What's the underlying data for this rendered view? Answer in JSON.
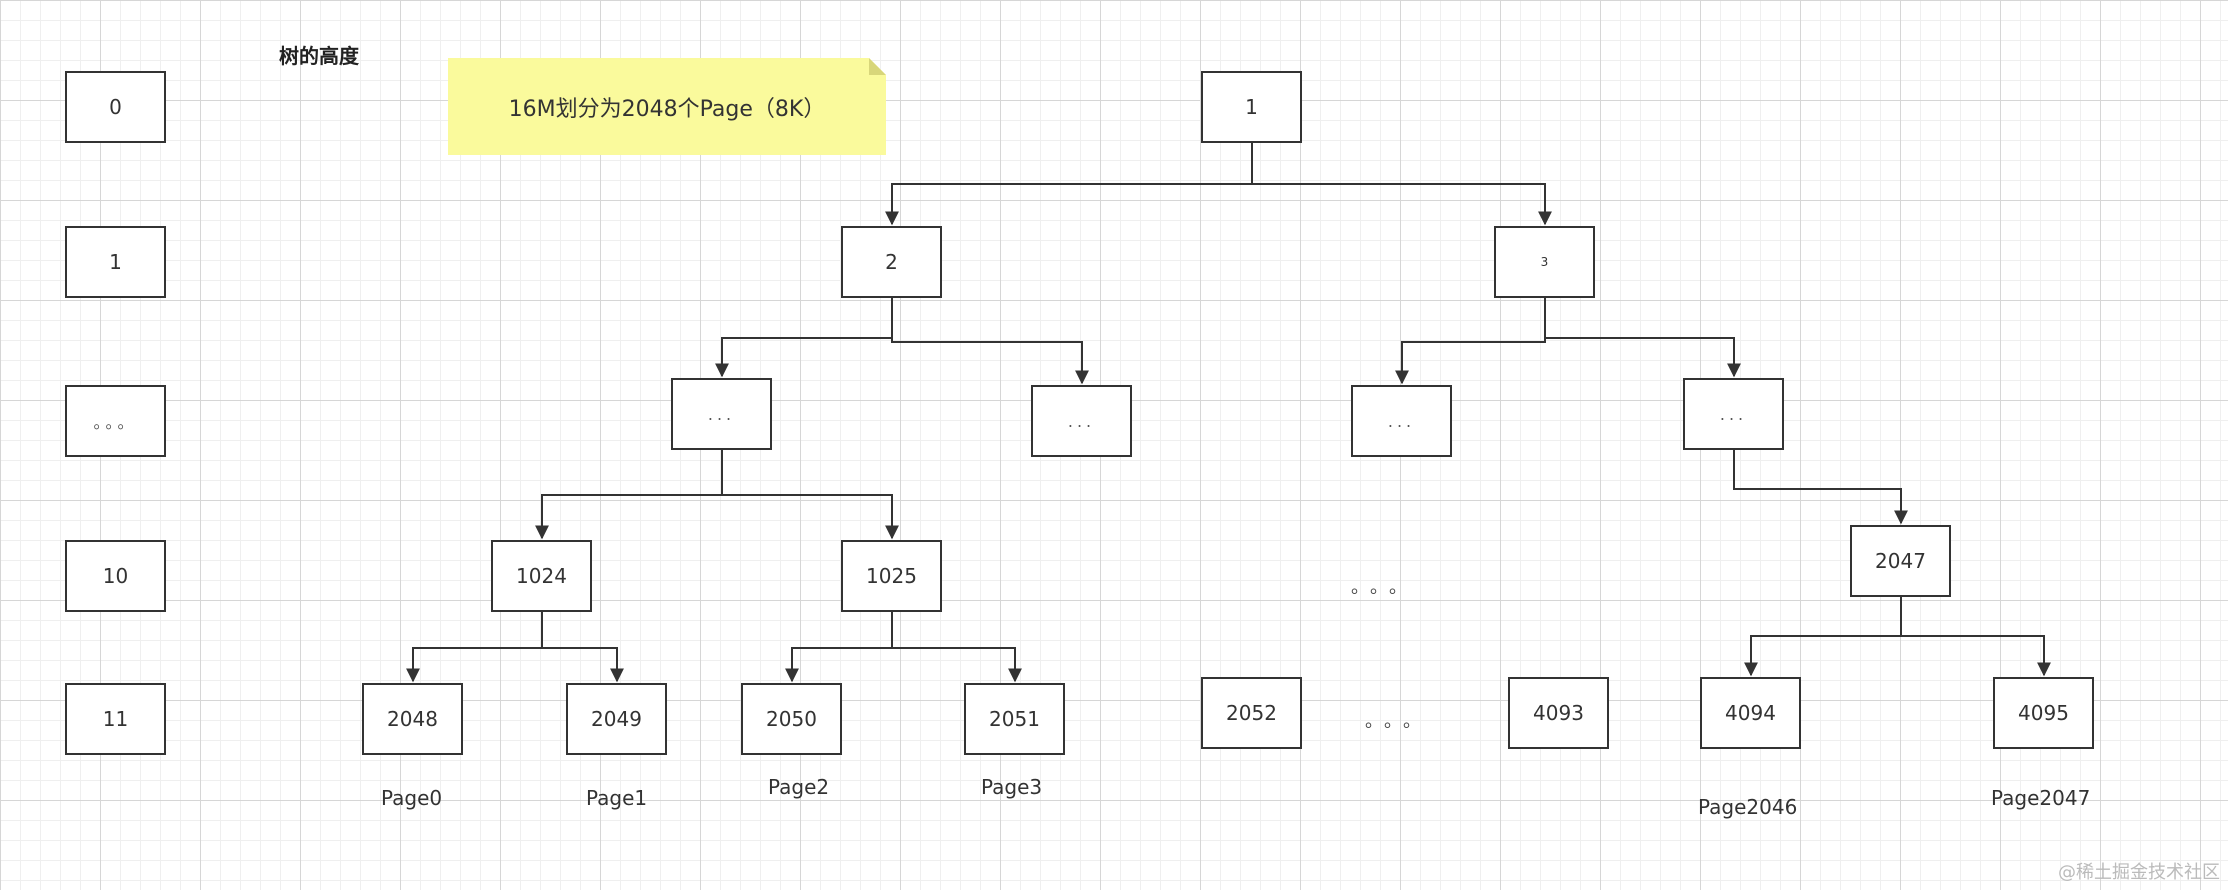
{
  "title": "树的高度",
  "note": "16M划分为2048个Page（8K）",
  "depth_levels": [
    "0",
    "1",
    "。。。",
    "10",
    "11"
  ],
  "nodes": {
    "root": "1",
    "n2": "2",
    "n3": "3",
    "ellipsis_node": "...",
    "n1024": "1024",
    "n1025": "1025",
    "n2047": "2047",
    "leaves": [
      "2048",
      "2049",
      "2050",
      "2051",
      "2052",
      "4093",
      "4094",
      "4095"
    ]
  },
  "ellipsis_text": "。。。",
  "page_labels": [
    "Page0",
    "Page1",
    "Page2",
    "Page3",
    "Page2046",
    "Page2047"
  ],
  "watermark": "@稀土掘金技术社区"
}
